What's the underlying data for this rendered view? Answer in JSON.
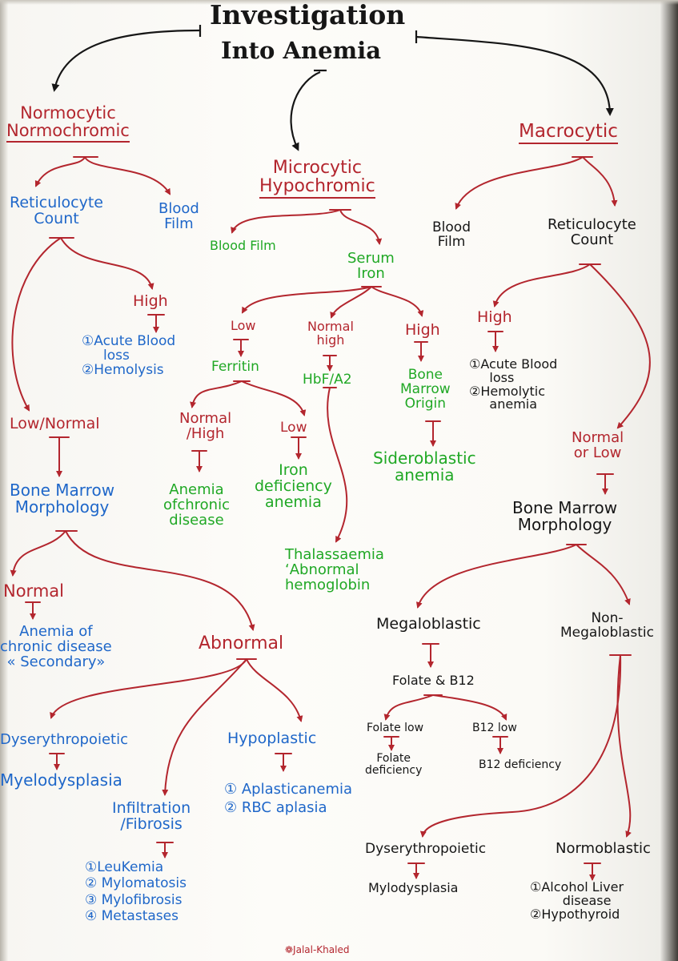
{
  "title": {
    "line1": "Investigation",
    "line2": "Into Anemia"
  },
  "normocytic": {
    "heading": "Normocytic\nNormochromic",
    "reticulocyte": "Reticulocyte\nCount",
    "blood_film": "Blood\nFilm",
    "high": "High",
    "high_causes": "①Acute Blood\n     loss\n②Hemolysis",
    "low_normal": "Low/Normal",
    "bm_morphology": "Bone Marrow\nMorphology",
    "normal": "Normal",
    "normal_result": "Anemia of\nchronic disease\n« Secondary»",
    "abnormal": "Abnormal",
    "dyserythro": "Dyserythropoietic",
    "myelodysplasia": "Myelodysplasia",
    "hypoplastic": "Hypoplastic",
    "hypoplastic_causes": "① Aplasticanemia\n② RBC aplasia",
    "infiltration": "Infiltration\n/Fibrosis",
    "infiltration_causes": "①LeuKemia\n② Mylomatosis\n③ Mylofibrosis\n④ Metastases"
  },
  "microcytic": {
    "heading": "Microcytic\nHypochromic",
    "blood_film": "Blood Film",
    "serum_iron": "Serum\nIron",
    "low": "Low",
    "ferritin": "Ferritin",
    "normal_high_ferritin": "Normal\n/High",
    "acd": "Anemia\nofchronic\ndisease",
    "low_ferritin": "Low",
    "ida": "Iron\ndeficiency\nanemia",
    "normal_high": "Normal\nhigh",
    "hbf": "HbF/A2",
    "thalassaemia": "Thalassaemia\n‘Abnormal\nhemoglobin",
    "high": "High",
    "bm_origin": "Bone\nMarrow\nOrigin",
    "sideroblastic": "Sideroblastic\nanemia"
  },
  "macrocytic": {
    "heading": "Macrocytic",
    "blood_film": "Blood\nFilm",
    "reticulocyte": "Reticulocyte\nCount",
    "high": "High",
    "high_causes": "①Acute Blood\n     loss\n②Hemolytic\n     anemia",
    "normal_low": "Normal\nor Low",
    "bm_morphology": "Bone Marrow\nMorphology",
    "megaloblastic": "Megaloblastic",
    "folate_b12": "Folate & B12",
    "folate_low": "Folate low",
    "folate_def": "Folate\ndeficiency",
    "b12_low": "B12 low",
    "b12_def": "B12 deficiency",
    "non_megaloblastic": "Non-\nMegaloblastic",
    "dyserythro": "Dyserythropoietic",
    "mylodysplasia": "Mylodysplasia",
    "normoblastic": "Normoblastic",
    "normoblastic_causes": "①Alcohol Liver\n        disease\n②Hypothyroid"
  },
  "signature": "❁Jalal-Khaled",
  "colors": {
    "red": "#b3262e",
    "blue": "#1f67c9",
    "green": "#20a825",
    "black": "#161616",
    "paper": "#fbfaf7"
  }
}
